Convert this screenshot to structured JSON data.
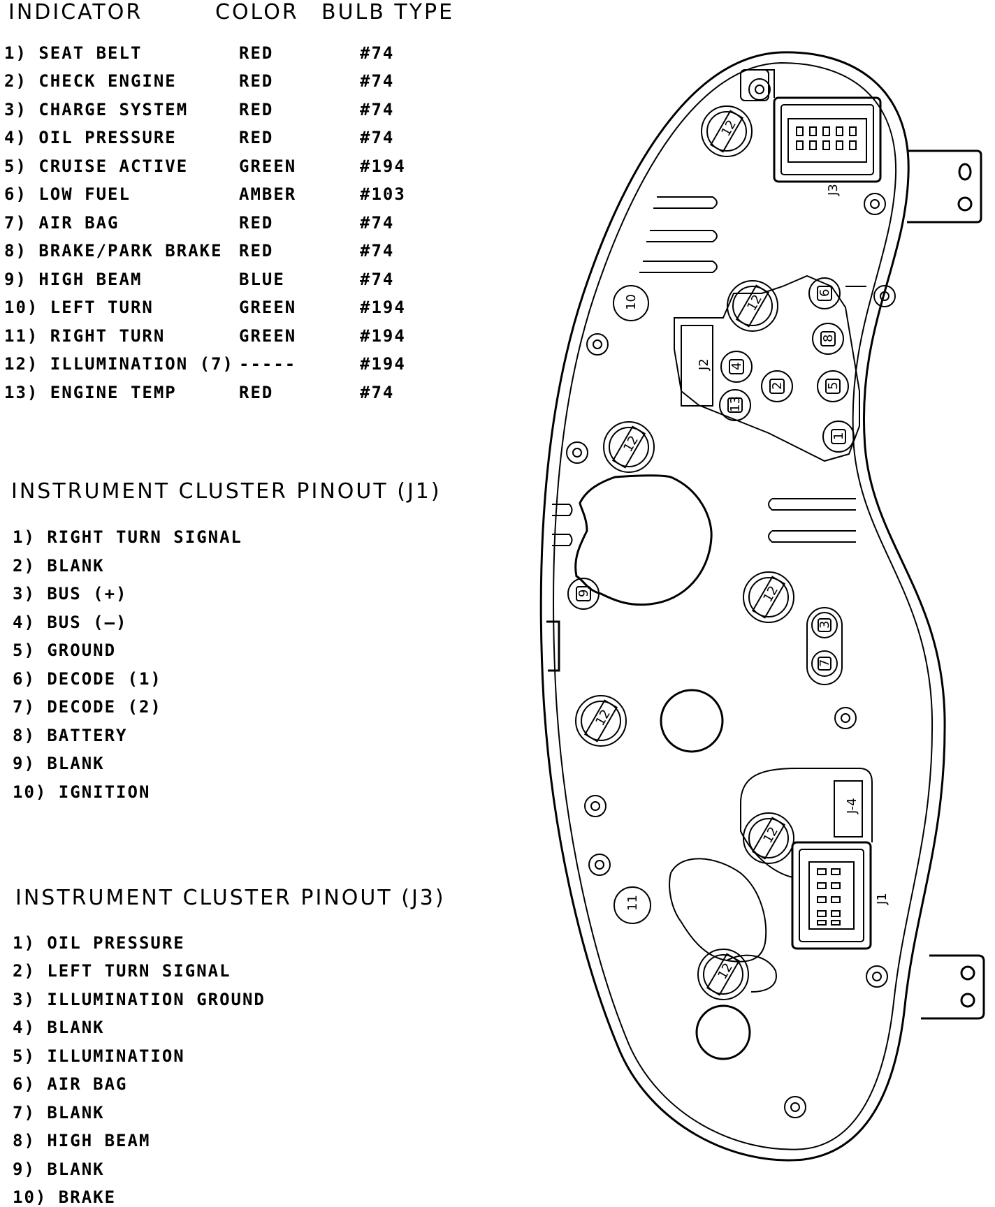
{
  "bulb_table": {
    "headers": {
      "indicator": "INDICATOR",
      "color": "COLOR",
      "bulb_type": "BULB TYPE"
    },
    "rows": [
      {
        "indicator": "1) SEAT BELT",
        "color": "RED",
        "bulb": "#74"
      },
      {
        "indicator": "2) CHECK ENGINE",
        "color": "RED",
        "bulb": "#74"
      },
      {
        "indicator": "3) CHARGE SYSTEM",
        "color": "RED",
        "bulb": "#74"
      },
      {
        "indicator": "4) OIL PRESSURE",
        "color": "RED",
        "bulb": "#74"
      },
      {
        "indicator": "5) CRUISE ACTIVE",
        "color": "GREEN",
        "bulb": "#194"
      },
      {
        "indicator": "6) LOW FUEL",
        "color": "AMBER",
        "bulb": "#103"
      },
      {
        "indicator": "7) AIR BAG",
        "color": "RED",
        "bulb": "#74"
      },
      {
        "indicator": "8) BRAKE/PARK BRAKE",
        "color": "RED",
        "bulb": "#74"
      },
      {
        "indicator": "9) HIGH BEAM",
        "color": "BLUE",
        "bulb": "#74"
      },
      {
        "indicator": "10) LEFT TURN",
        "color": "GREEN",
        "bulb": "#194"
      },
      {
        "indicator": "11) RIGHT TURN",
        "color": "GREEN",
        "bulb": "#194"
      },
      {
        "indicator": "12) ILLUMINATION (7)",
        "color": "-----",
        "bulb": "#194"
      },
      {
        "indicator": "13) ENGINE TEMP",
        "color": "RED",
        "bulb": "#74"
      }
    ]
  },
  "pinout_j1": {
    "title": "INSTRUMENT CLUSTER PINOUT (J1)",
    "pins": [
      "1) RIGHT TURN SIGNAL",
      "2) BLANK",
      "3) BUS (+)",
      "4) BUS (—)",
      "5) GROUND",
      "6) DECODE (1)",
      "7) DECODE (2)",
      "8) BATTERY",
      "9) BLANK",
      "10) IGNITION"
    ]
  },
  "pinout_j3": {
    "title": "INSTRUMENT CLUSTER PINOUT (J3)",
    "pins": [
      "1) OIL PRESSURE",
      "2) LEFT TURN SIGNAL",
      "3) ILLUMINATION GROUND",
      "4) BLANK",
      "5) ILLUMINATION",
      "6) AIR BAG",
      "7) BLANK",
      "8) HIGH BEAM",
      "9) BLANK",
      "10) BRAKE"
    ]
  },
  "cluster_diagram": {
    "connector_labels": {
      "j1": "J1",
      "j2": "J2",
      "j3": "J3",
      "j4": "J-4"
    },
    "bulb_label": "12",
    "socket_numbers": [
      "1",
      "2",
      "3",
      "4",
      "5",
      "6",
      "7",
      "8",
      "9",
      "10",
      "11",
      "13"
    ]
  }
}
